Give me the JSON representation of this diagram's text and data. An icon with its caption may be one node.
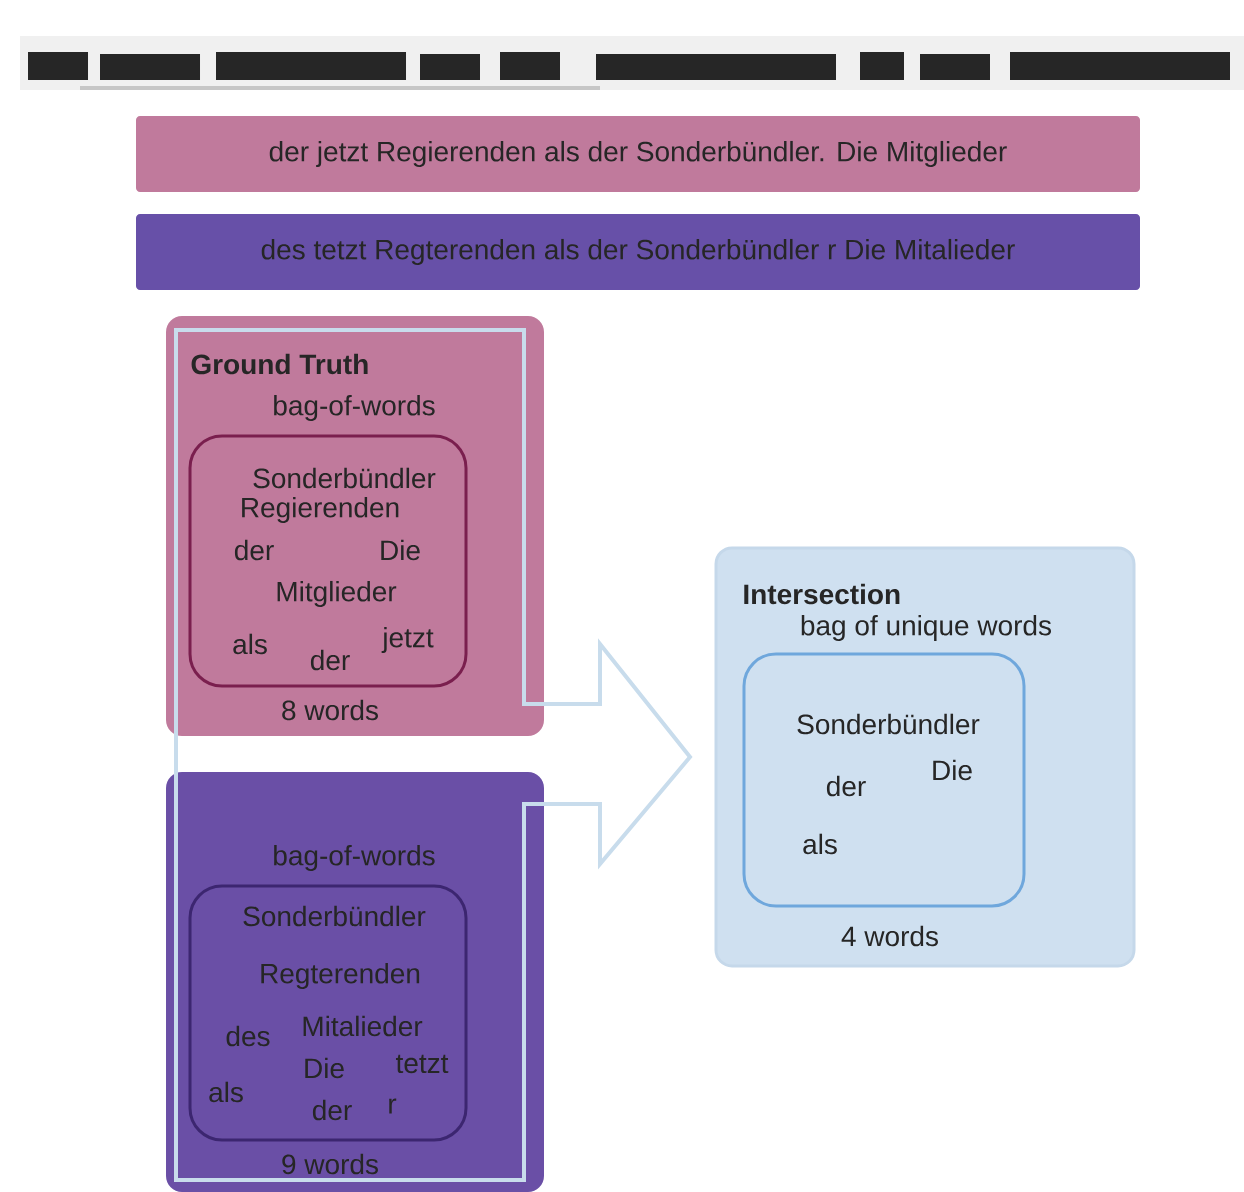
{
  "diagram": {
    "nodes": [
      {
        "text": [
          "der jetzt Regierenden als der Sonderbündler. Die Mitglieder"
        ]
      },
      {
        "text": [
          "des tetzt Regterenden als der Sonderbündler r Die Mitalieder"
        ]
      },
      {
        "text": [
          "Ground Truth",
          "bag-of-words",
          "8 words"
        ]
      },
      {
        "text": [
          "Sonderbündler",
          "Regierenden",
          "der",
          "Die",
          "Mitglieder",
          "als",
          "der",
          "jetzt"
        ],
        "in": 2
      },
      {
        "text": [
          "bag-of-words",
          "9 words"
        ]
      },
      {
        "text": [
          "Sonderbündler",
          "Regterenden",
          "des",
          "Mitalieder",
          "Die",
          "tetzt",
          "als",
          "der",
          "r"
        ],
        "in": 4
      },
      {
        "text": [
          "Intersection",
          "bag of unique words",
          "4 words"
        ]
      },
      {
        "text": [
          "Sonderbündler",
          "Die",
          "der",
          "als"
        ],
        "in": 6
      }
    ],
    "edges": [
      {
        "from": 2,
        "to": 6,
        "arrow": "to",
        "color": "#c8dcec"
      },
      {
        "from": 4,
        "to": 6,
        "arrow": "to",
        "color": "#c8dcec"
      }
    ]
  }
}
